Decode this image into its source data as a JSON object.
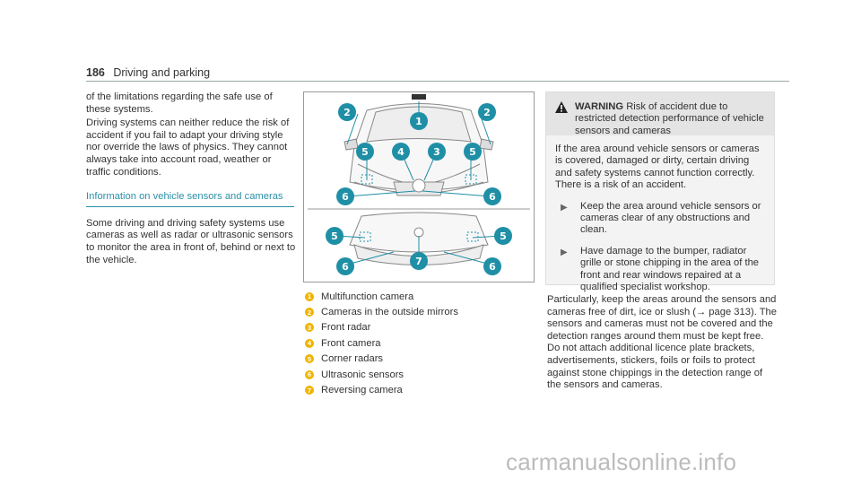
{
  "header": {
    "page_number": "186",
    "title": "Driving and parking"
  },
  "col1": {
    "para1": "of the limitations regarding the safe use of these systems.",
    "para2": "Driving systems can neither reduce the risk of accident if you fail to adapt your driving style nor override the laws of physics. They cannot always take into account road, weather or traffic conditions.",
    "section_heading": "Information on vehicle sensors and cameras",
    "para3": "Some driving and driving safety systems use cameras as well as radar or ultrasonic sensors to monitor the area in front of, behind or next to the vehicle."
  },
  "figure": {
    "callouts": [
      "1",
      "2",
      "3",
      "4",
      "5",
      "6",
      "7"
    ]
  },
  "legend": [
    {
      "num": "1",
      "label": "Multifunction camera"
    },
    {
      "num": "2",
      "label": "Cameras in the outside mirrors"
    },
    {
      "num": "3",
      "label": "Front radar"
    },
    {
      "num": "4",
      "label": "Front camera"
    },
    {
      "num": "5",
      "label": "Corner radars"
    },
    {
      "num": "6",
      "label": "Ultrasonic sensors"
    },
    {
      "num": "7",
      "label": "Reversing camera"
    }
  ],
  "warning": {
    "label": "WARNING",
    "title": "Risk of accident due to restricted detection performance of vehicle sensors and cameras",
    "body": "If the area around vehicle sensors or cameras is covered, damaged or dirty, certain driving and safety systems cannot function correctly. There is a risk of an accident.",
    "bullets": [
      "Keep the area around vehicle sensors or cameras clear of any obstructions and clean.",
      "Have damage to the bumper, radiator grille or stone chipping in the area of the front and rear windows repaired at a qualified specialist workshop."
    ]
  },
  "col3": {
    "para": "Particularly, keep the areas around the sensors and cameras free of dirt, ice or slush (→ page 313). The sensors and cameras must not be covered and the detection ranges around them must be kept free. Do not attach additional licence plate brackets, advertisements, stickers, foils or foils to protect against stone chippings in the detection range of the sensors and cameras."
  },
  "watermark": "carmanualsonline.info",
  "colors": {
    "accent": "#2a8fa8",
    "callout": "#1f8fa6",
    "legend_badge": "#f0b400"
  }
}
